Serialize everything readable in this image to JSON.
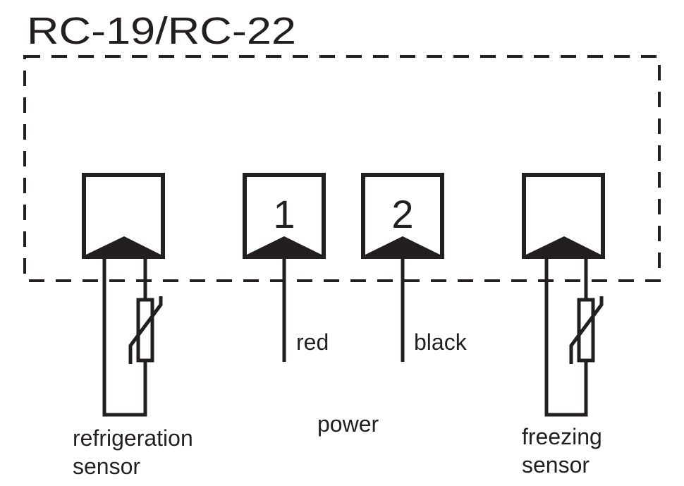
{
  "title": "RC-19/RC-22",
  "terminals": [
    {
      "id": "refrigeration-sensor",
      "number": ""
    },
    {
      "id": "power-1",
      "number": "1"
    },
    {
      "id": "power-2",
      "number": "2"
    },
    {
      "id": "freezing-sensor",
      "number": ""
    }
  ],
  "wire_labels": {
    "red": "red",
    "black": "black"
  },
  "labels": {
    "refrigeration_line1": "refrigeration",
    "refrigeration_line2": "sensor",
    "power": "power",
    "freezing_line1": "freezing",
    "freezing_line2": "sensor"
  },
  "colors": {
    "ink": "#231f20",
    "background": "#ffffff"
  }
}
